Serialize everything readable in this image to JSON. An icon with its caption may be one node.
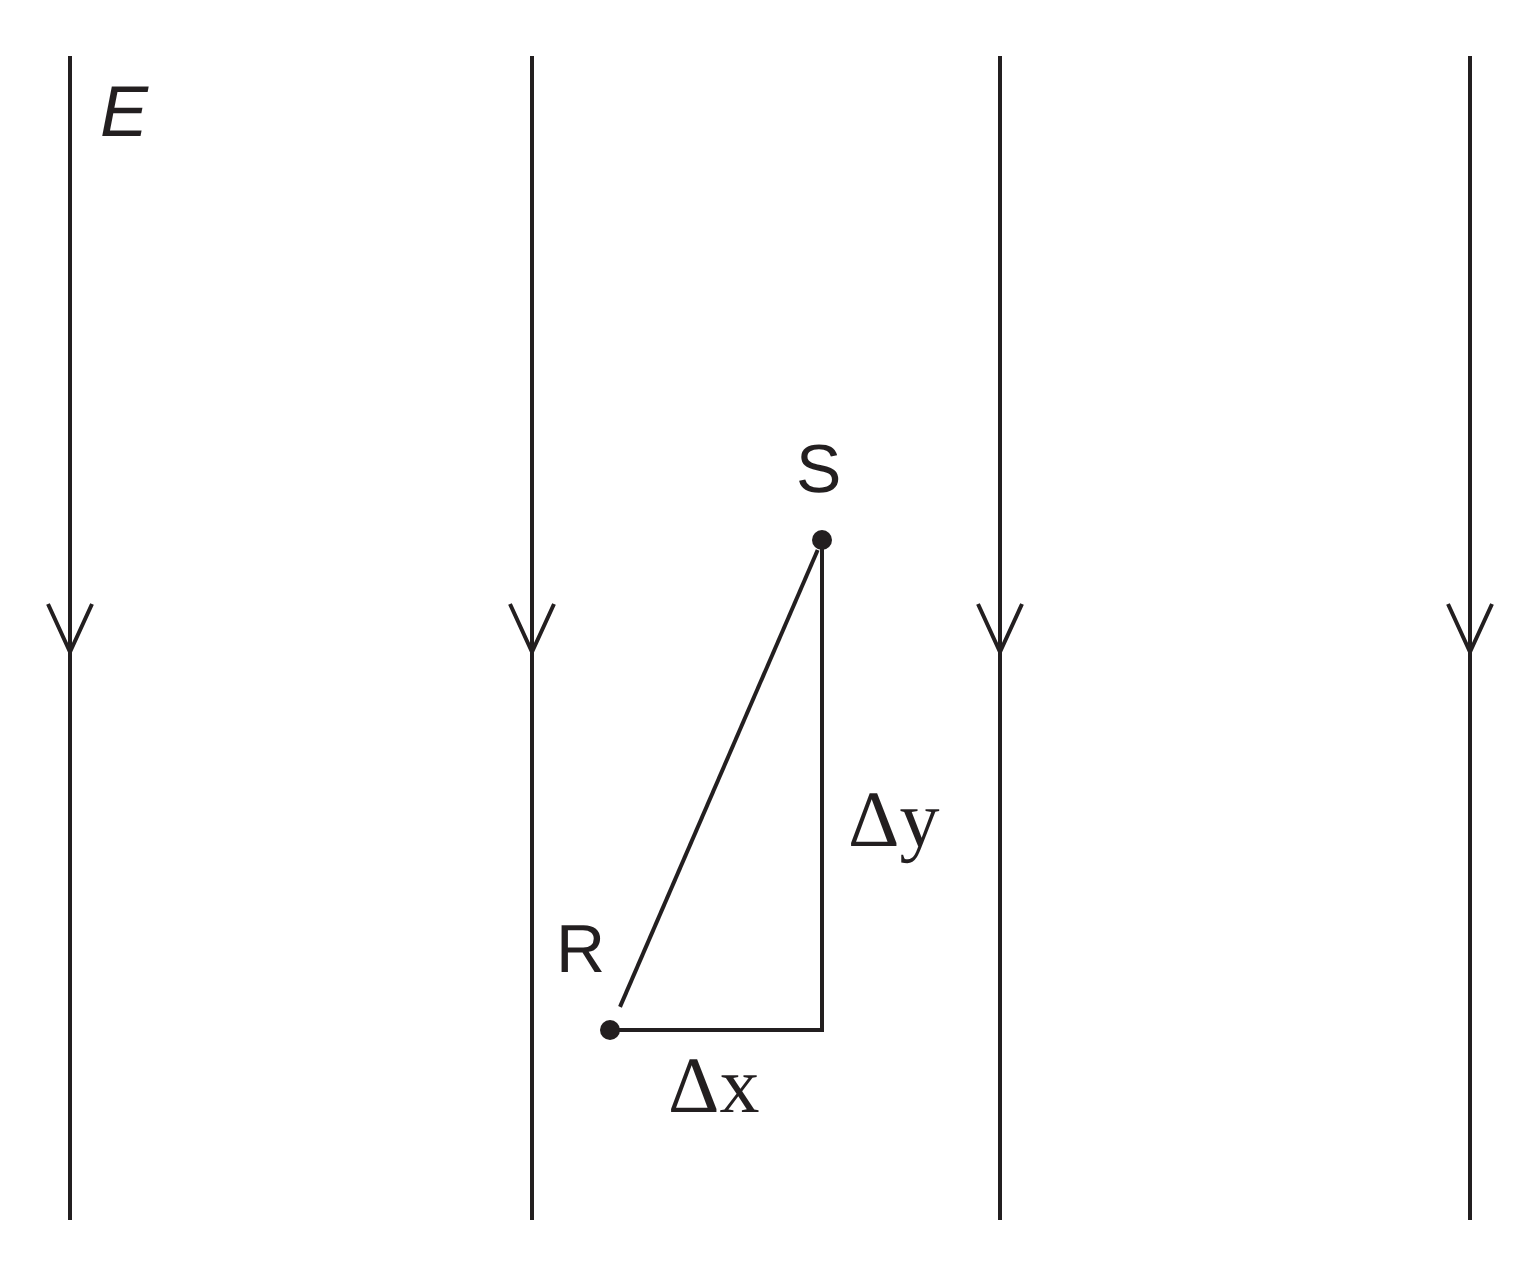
{
  "diagram": {
    "nodes": [
      {
        "text": [
          "S"
        ]
      },
      {
        "text": [
          "R"
        ]
      }
    ],
    "edges": [
      {
        "from": 1,
        "to": 0,
        "arrow": "none"
      }
    ],
    "labels": [
      "E",
      "Δy",
      "Δx"
    ]
  }
}
